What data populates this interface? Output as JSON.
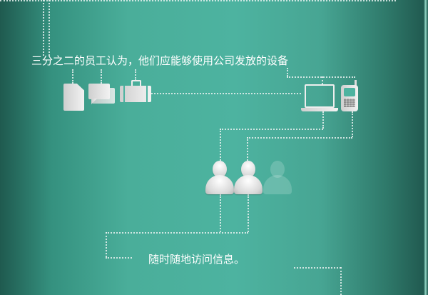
{
  "headline": "三分之二的员工认为，他们应能够使用公司发放的设备",
  "caption": "随时随地访问信息。",
  "icons": [
    "document-icon",
    "chat-icon",
    "briefcase-icon",
    "laptop-icon",
    "mobile-phone-icon"
  ],
  "people": {
    "total": 3,
    "highlighted": 2
  },
  "colors": {
    "background": "#4db3a0",
    "edge": "#1f5a4f",
    "line": "#e6f0ee"
  }
}
